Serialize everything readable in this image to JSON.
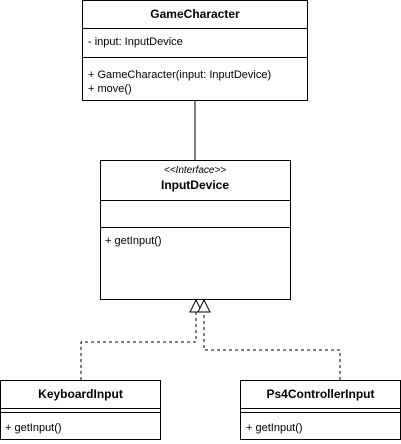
{
  "diagram": {
    "classes": {
      "game_character": {
        "name": "GameCharacter",
        "attributes": [
          "- input: InputDevice"
        ],
        "methods": [
          "+ GameCharacter(input: InputDevice)",
          "+ move()"
        ]
      },
      "input_device": {
        "stereotype": "<<Interface>>",
        "name": "InputDevice",
        "attributes": [],
        "methods": [
          "+ getInput()"
        ]
      },
      "keyboard_input": {
        "name": "KeyboardInput",
        "attributes": [],
        "methods": [
          "+ getInput()"
        ]
      },
      "ps4_controller_input": {
        "name": "Ps4ControllerInput",
        "attributes": [],
        "methods": [
          "+ getInput()"
        ]
      }
    },
    "relations": [
      {
        "type": "association",
        "from": "game_character",
        "to": "input_device"
      },
      {
        "type": "realization",
        "from": "keyboard_input",
        "to": "input_device"
      },
      {
        "type": "realization",
        "from": "ps4_controller_input",
        "to": "input_device"
      }
    ]
  }
}
